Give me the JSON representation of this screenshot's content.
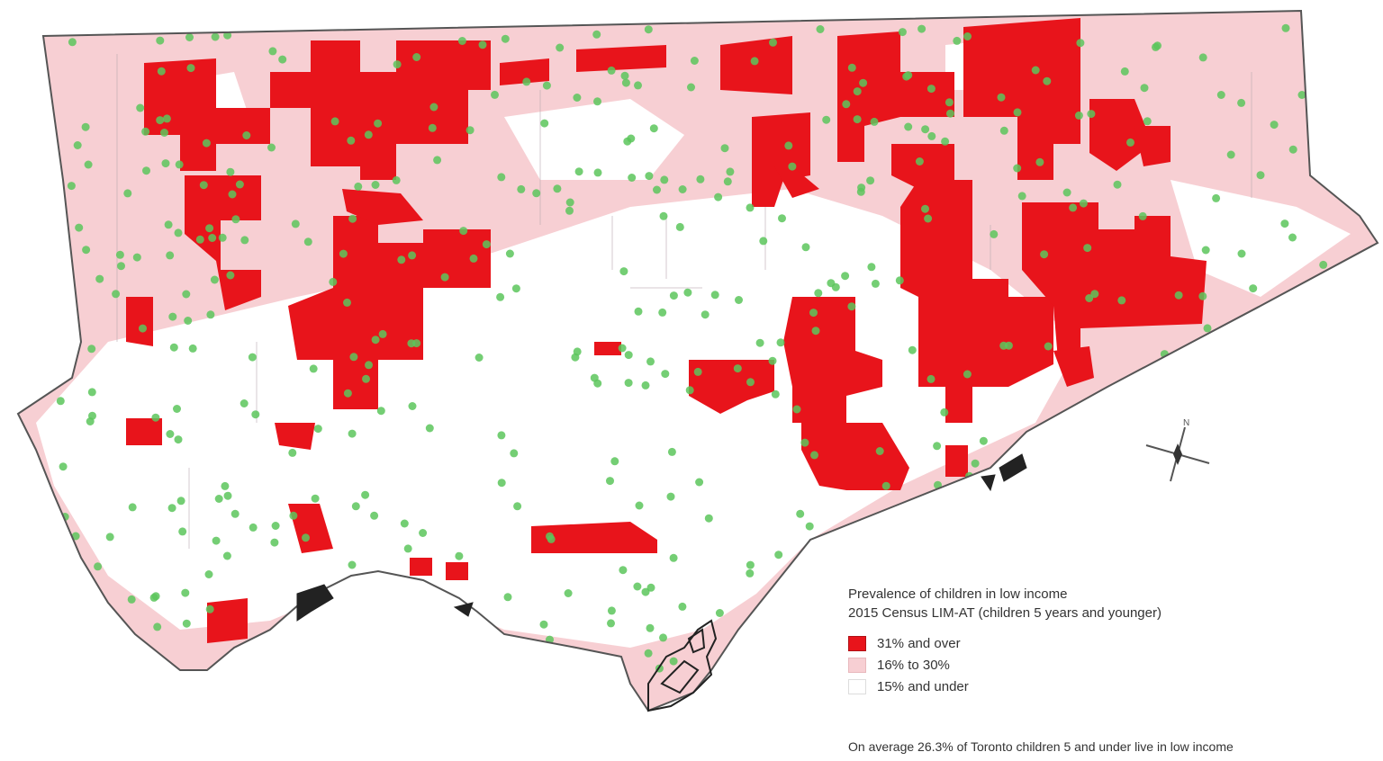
{
  "legend": {
    "title": "Prevalence of children in low income",
    "subtitle": "2015 Census LIM-AT (children 5 years and younger)",
    "items": [
      {
        "label": "31% and over",
        "color": "#e8141b"
      },
      {
        "label": "16% to 30%",
        "color": "#f7cfd3"
      },
      {
        "label": "15% and under",
        "color": "#ffffff"
      }
    ]
  },
  "note": "On average 26.3% of Toronto children 5 and under live in low income",
  "compass": {
    "north": "N"
  },
  "colors": {
    "high": "#e8141b",
    "medium": "#f7cfd3",
    "low": "#ffffff",
    "marker": "#5cc65c",
    "outline": "#555555"
  }
}
